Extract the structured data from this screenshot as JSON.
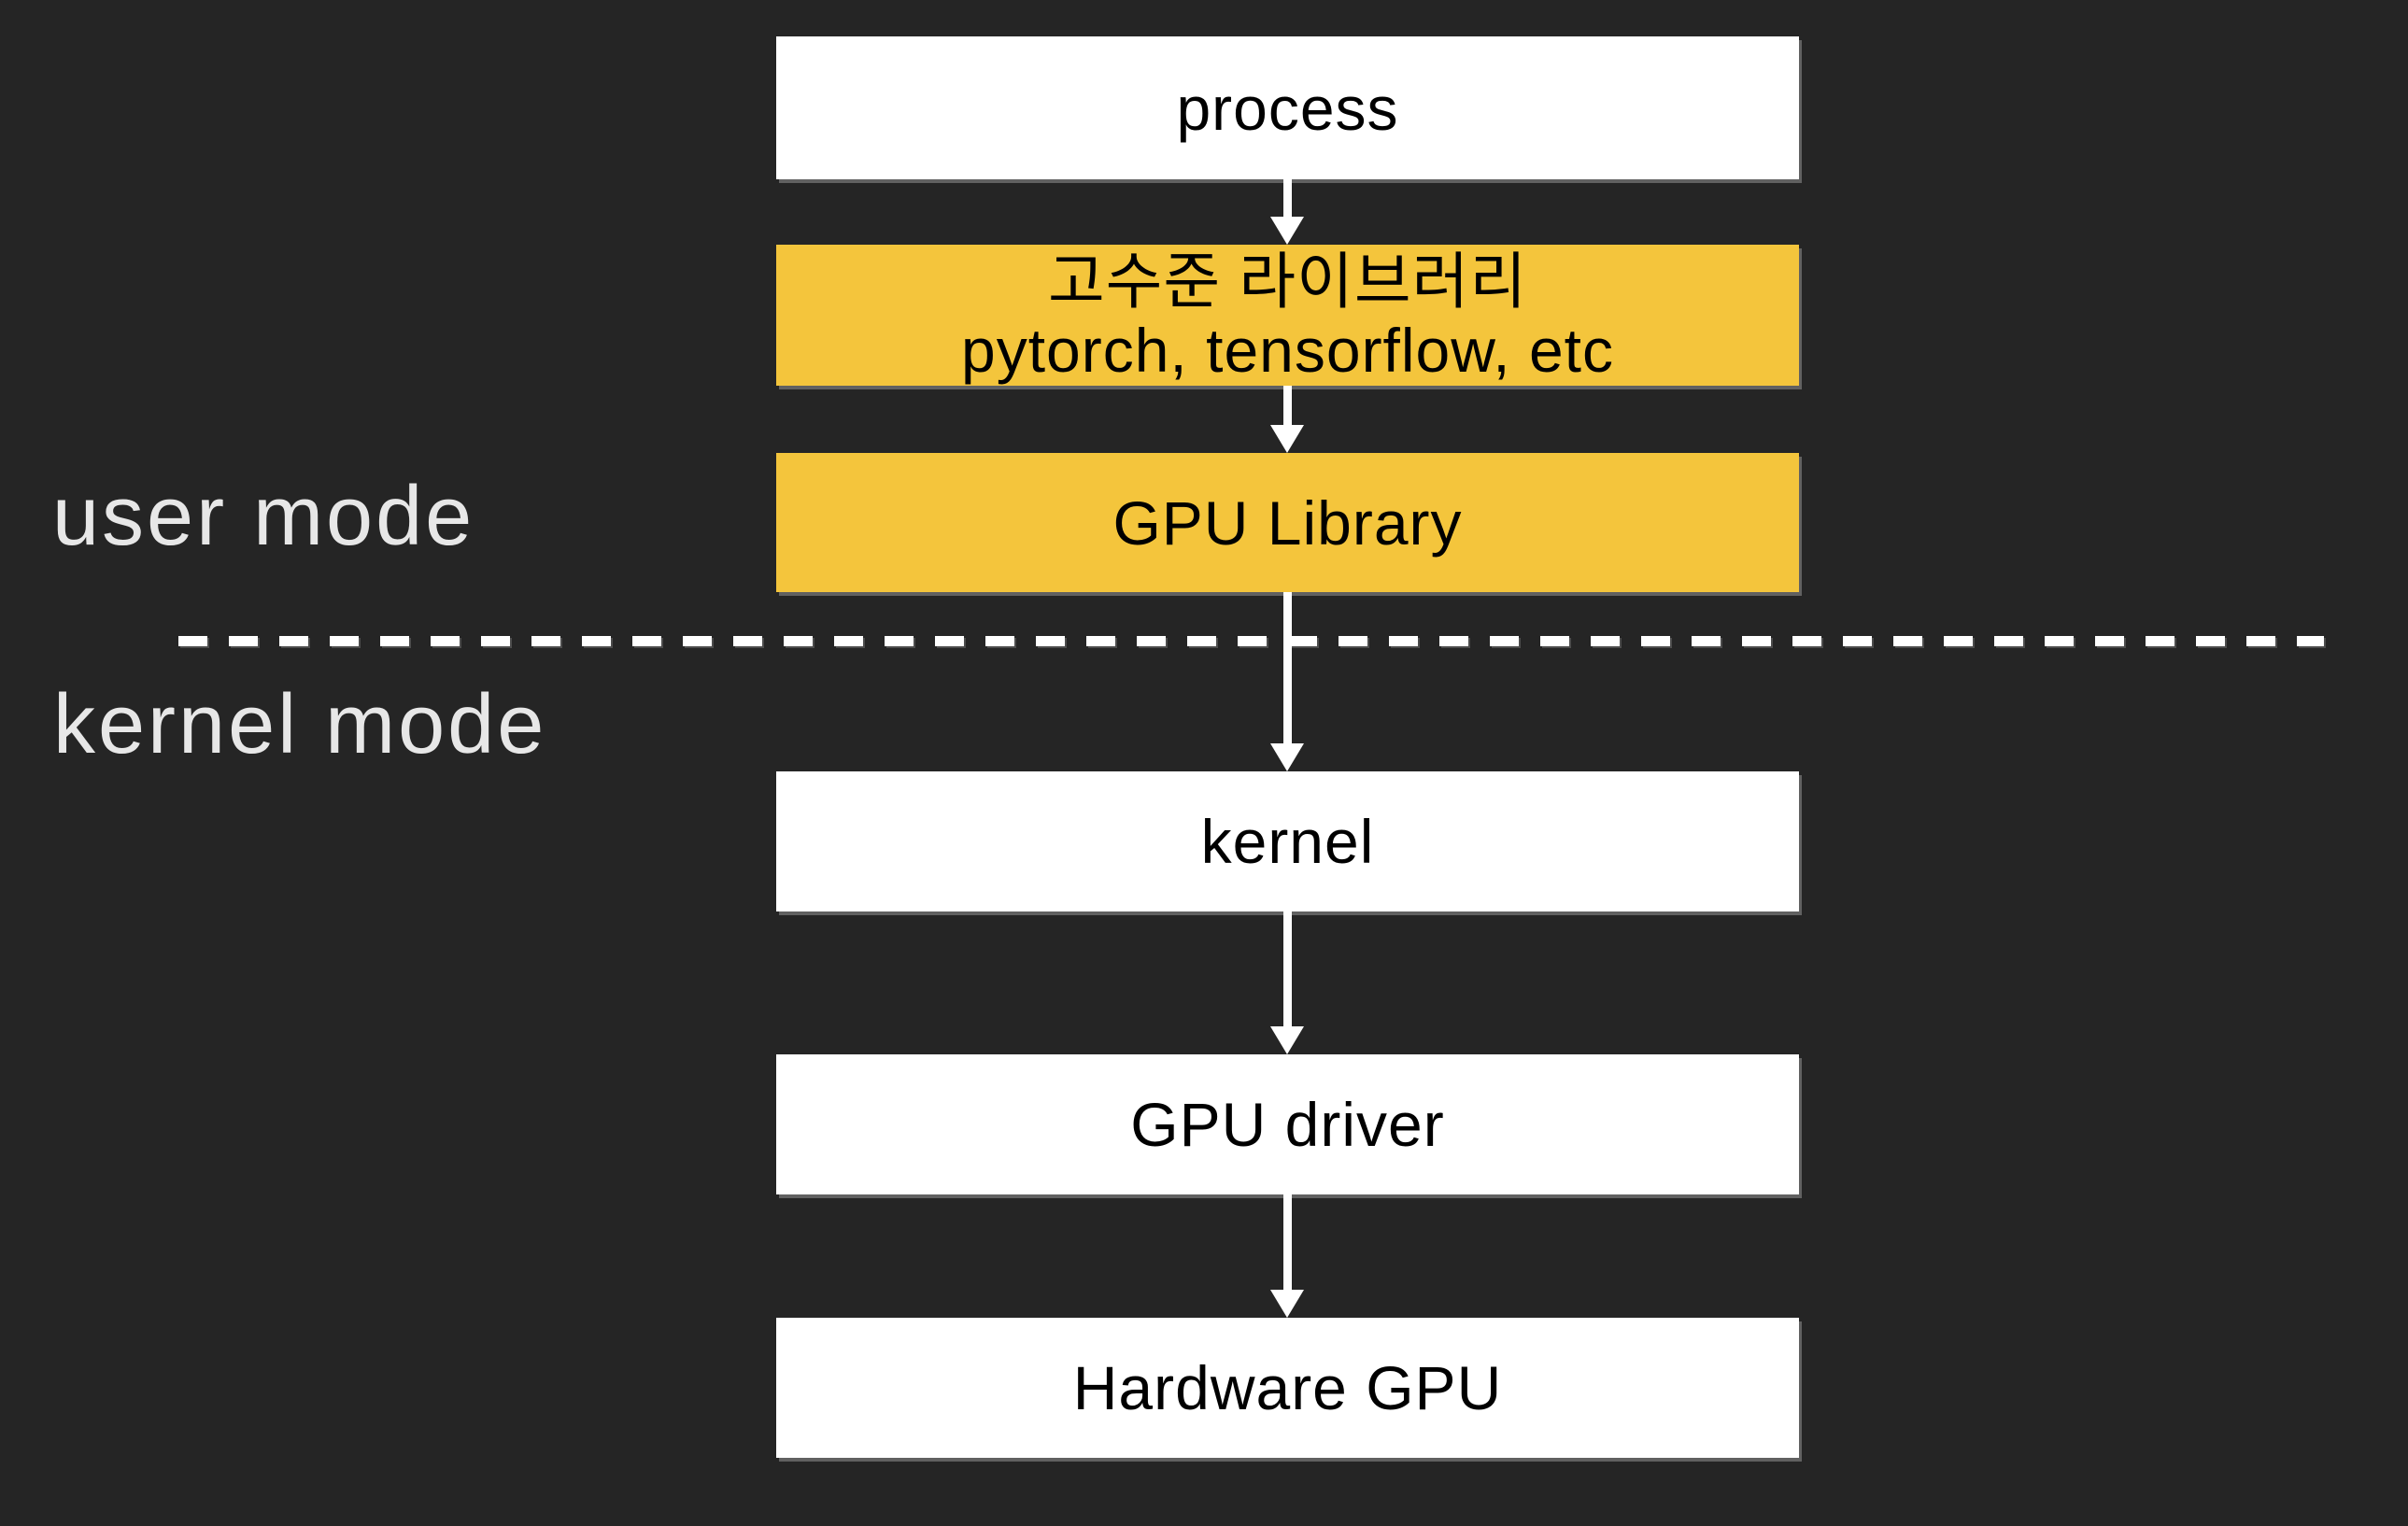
{
  "diagram": {
    "description": "GPU software stack flow diagram",
    "colors": {
      "background": "#252525",
      "box_white": "#ffffff",
      "box_yellow": "#f4c53c",
      "box_text": "#000000",
      "arrow": "#ffffff",
      "divider": "#ffffff",
      "mode_label_text": "#e7e7e7"
    },
    "divider_style": "dashed"
  },
  "mode_labels": {
    "user": "user mode",
    "kernel": "kernel mode"
  },
  "boxes": [
    {
      "id": "process",
      "label": "process",
      "color": "white"
    },
    {
      "id": "high-level-library",
      "label_line1": "고수준 라이브러리",
      "label_line2": "pytorch, tensorflow, etc",
      "color": "yellow"
    },
    {
      "id": "gpu-library",
      "label": "GPU Library",
      "color": "yellow"
    },
    {
      "id": "kernel",
      "label": "kernel",
      "color": "white"
    },
    {
      "id": "gpu-driver",
      "label": "GPU driver",
      "color": "white"
    },
    {
      "id": "hardware-gpu",
      "label": "Hardware GPU",
      "color": "white"
    }
  ],
  "edges": [
    {
      "from": "process",
      "to": "high-level-library"
    },
    {
      "from": "high-level-library",
      "to": "gpu-library"
    },
    {
      "from": "gpu-library",
      "to": "kernel"
    },
    {
      "from": "kernel",
      "to": "gpu-driver"
    },
    {
      "from": "gpu-driver",
      "to": "hardware-gpu"
    }
  ]
}
